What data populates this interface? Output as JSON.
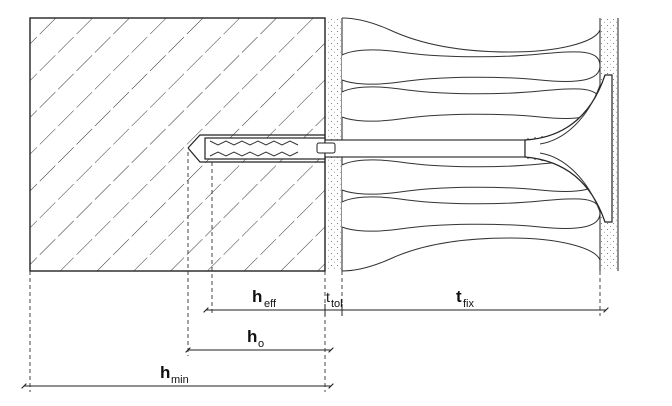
{
  "diagram": {
    "dimensions": {
      "h_eff": {
        "main": "h",
        "sub": "eff"
      },
      "t_tol": {
        "main": "t",
        "sub": "tol"
      },
      "t_fix": {
        "main": "t",
        "sub": "fix"
      },
      "h_o": {
        "main": "h",
        "sub": "o"
      },
      "h_min": {
        "main": "h",
        "sub": "min"
      }
    }
  }
}
